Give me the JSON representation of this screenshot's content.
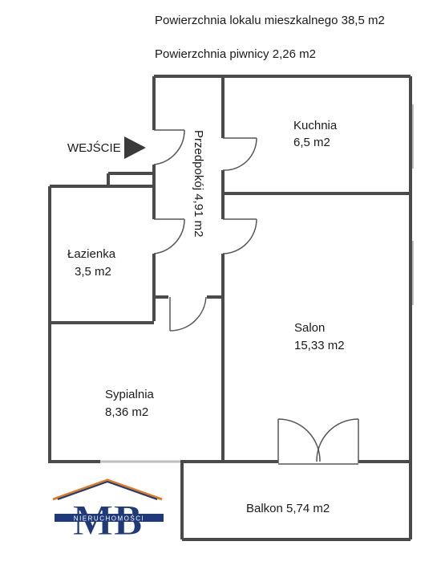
{
  "header": {
    "area_living": "Powierzchnia lokalu mieszkalnego 38,5 m2",
    "area_basement": "Powierzchnia piwnicy 2,26 m2"
  },
  "entrance": {
    "label": "WEJŚCIE",
    "arrow_icon": "triangle-right-icon"
  },
  "rooms": {
    "kuchnia": {
      "name": "Kuchnia",
      "area": "6,5 m2"
    },
    "przedpokoj": {
      "label": "Przedpokój 4,91 m2"
    },
    "lazienka": {
      "name": "Łazienka",
      "area": "3,5 m2"
    },
    "salon": {
      "name": "Salon",
      "area": "15,33 m2"
    },
    "sypialnia": {
      "name": "Sypialnia",
      "area": "8,36 m2"
    },
    "balkon": {
      "label": "Balkon 5,74 m2"
    }
  },
  "logo": {
    "letters": "MB",
    "tagline": "NIERUCHOMOŚCI",
    "brand_color": "#1f3a7a",
    "roof_color": "#e07a1f"
  },
  "colors": {
    "wall": "#4a4a4a",
    "door": "#555555"
  }
}
